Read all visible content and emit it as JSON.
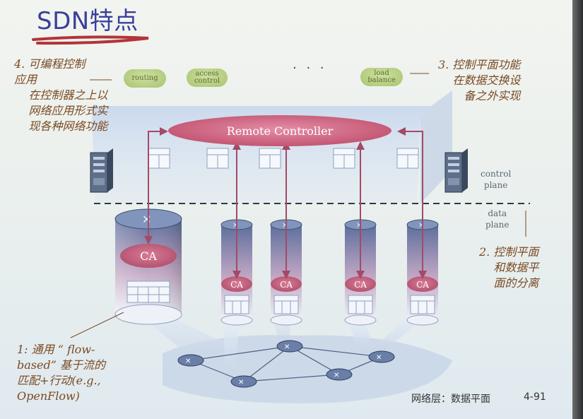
{
  "slide": {
    "title": "SDN特点",
    "annotations": {
      "programmable": "4. 可编程控制\n应用\n    在控制器之上以\n    网络应用形式实\n    现各种网络功能",
      "control_outside": "3. 控制平面功能\n在数据交换设\n备之外实现",
      "separation": "2. 控制平面\n和数据平\n面的分离",
      "flow_based": "1: 通用 “ flow-\nbased” 基于流的\n匹配+行动(e.g.,\nOpenFlow)"
    },
    "apps": [
      "routing",
      "access\ncontrol",
      "load\nbalance"
    ],
    "ellipsis": "· · ·",
    "controller_label": "Remote Controller",
    "ca_label": "CA",
    "control_plane_label": "control\nplane",
    "data_plane_label": "data\nplane",
    "footer_text": "网络层：数据平面",
    "footer_page": "4-91"
  },
  "colors": {
    "title": "#3a3f9a",
    "annotation": "#7a4a22",
    "controller": "#c9607a",
    "arrow": "#a24a66",
    "app_pill": "#a7c46f",
    "router_body": "#6a7fa8",
    "dashed_line": "#2e3a46"
  }
}
